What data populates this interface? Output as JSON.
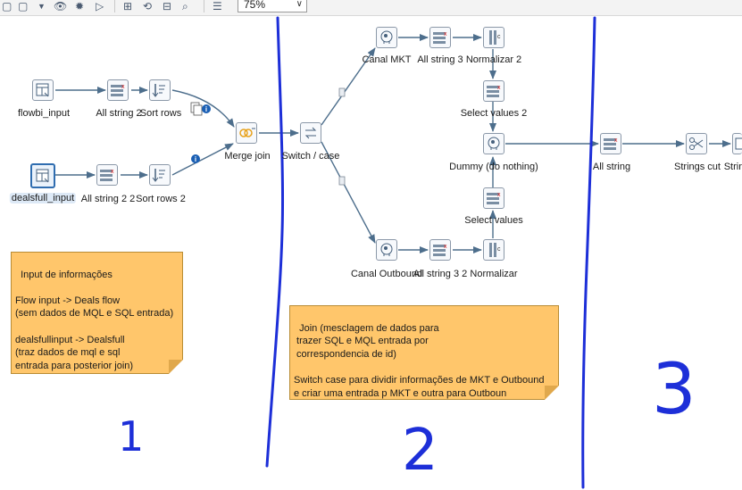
{
  "toolbar": {
    "zoom_value": "75%",
    "icons": [
      "window-icon",
      "dropdown-arrow-icon",
      "preview-eye-icon",
      "debug-bug-icon",
      "run-play-icon",
      "check-icon",
      "impact-icon",
      "sql-icon",
      "explore-icon",
      "grid-icon"
    ]
  },
  "steps": {
    "flowbi_input": "flowbi_input",
    "all_string_2": "All string 2",
    "sort_rows": "Sort rows",
    "dealsfull_input": "dealsfull_input",
    "all_string_2_2": "All string 2 2",
    "sort_rows_2": "Sort rows 2",
    "merge_join": "Merge join",
    "switch_case": "Switch / case",
    "canal_mkt": "Canal MKT",
    "all_string_3": "All string 3",
    "normalizar_2": "Normalizar 2",
    "select_values_2": "Select values 2",
    "dummy": "Dummy (do nothing)",
    "select_values": "Select values",
    "canal_outbound": "Canal Outbound",
    "all_string_3_2": "All string 3 2",
    "normalizar": "Normalizar",
    "all_string": "All string",
    "strings_cut": "Strings cut",
    "strings_partial": "Strin"
  },
  "notes": {
    "note_1": "Input de informações\n\nFlow input -> Deals flow\n(sem dados de MQL e SQL entrada)\n\ndealsfullinput -> Dealsfull\n(traz dados de mql e sql\nentrada para posterior join)",
    "note_2": "Join (mesclagem de dados para\n trazer SQL e MQL entrada por\n correspondencia de id)\n\nSwitch case para dividir informações de MKT e Outbound\ne criar uma entrada p MKT e outra para Outboun"
  },
  "annotations": {
    "section_1": "1",
    "section_2": "2",
    "section_3": "3"
  },
  "colors": {
    "hop": "#4d6e8c",
    "note_bg": "#ffc66b",
    "hand_ink": "#1d2fd8",
    "info_badge": "#1a5fb4"
  }
}
